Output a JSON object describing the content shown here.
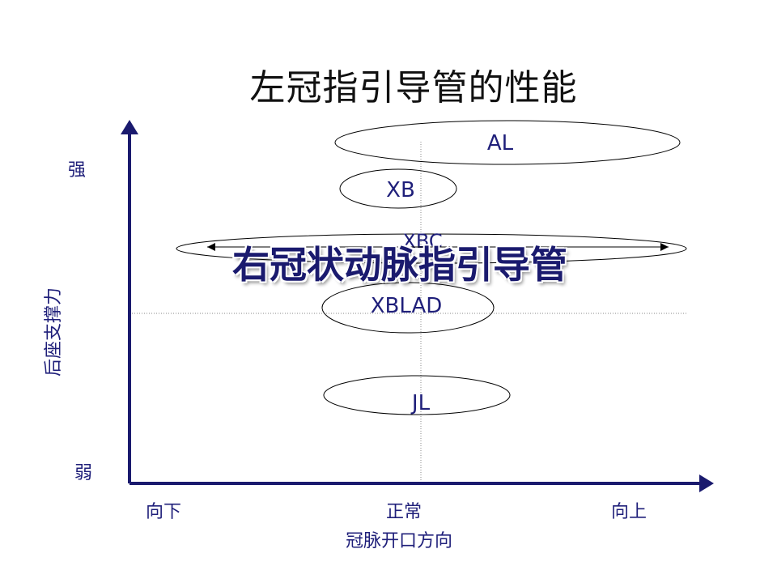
{
  "title": "左冠指引导管的性能",
  "overlay_text": "右冠状动脉指引导管",
  "y_axis": {
    "label": "后座支撑力",
    "top_label": "强",
    "bottom_label": "弱"
  },
  "x_axis": {
    "label": "冠脉开口方向",
    "left_label": "向下",
    "center_label": "正常",
    "right_label": "向上"
  },
  "catheters": [
    {
      "name": "AL"
    },
    {
      "name": "XB"
    },
    {
      "name": "XBC"
    },
    {
      "name": "XBLAD"
    },
    {
      "name": "JL"
    }
  ],
  "colors": {
    "axis": "#1a1a6e",
    "label": "#1f1f7a",
    "ellipse_text": "#1f1f7a",
    "title": "#111111"
  }
}
